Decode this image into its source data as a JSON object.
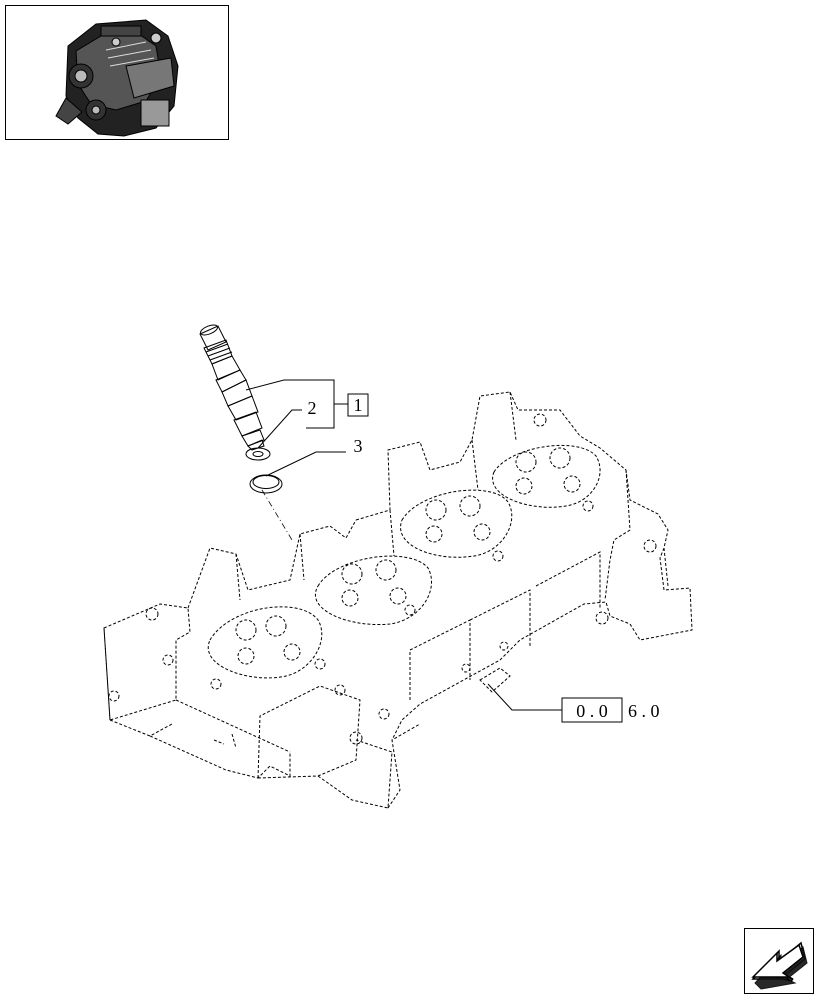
{
  "diagram": {
    "callouts": [
      {
        "id": "c1",
        "text": "1",
        "boxed": true
      },
      {
        "id": "c2",
        "text": "2",
        "boxed": false
      },
      {
        "id": "c3",
        "text": "3",
        "boxed": false
      }
    ],
    "reference": {
      "boxed_part": "0 . 0",
      "rest": "6 . 0"
    }
  },
  "thumbnail": {
    "icon": "engine-thumbnail-icon"
  },
  "navigation": {
    "icon": "next-page-arrow-icon"
  }
}
